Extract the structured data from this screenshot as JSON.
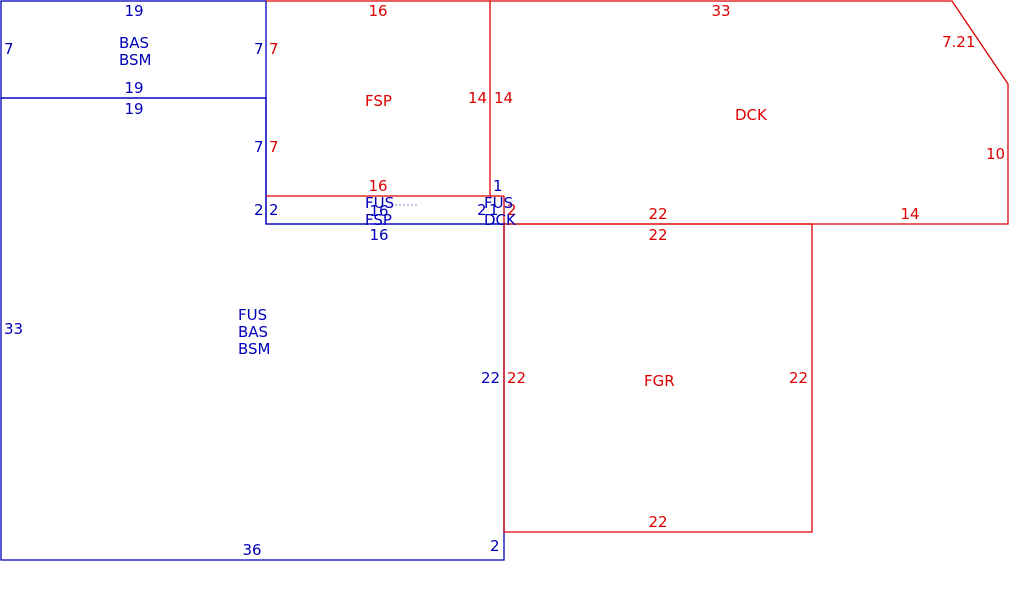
{
  "colors": {
    "blue": "#0000bb",
    "red": "#dd0000",
    "leader": "#8888cc"
  },
  "areas": {
    "bas_bsm_top": {
      "line1": "BAS",
      "line2": "BSM"
    },
    "fsp": {
      "label": "FSP"
    },
    "dck": {
      "label": "DCK"
    },
    "fus_fsp": {
      "line1": "FUS",
      "line2": "FSP"
    },
    "fus_dck": {
      "line1": "FUS",
      "line2": "DCK"
    },
    "fus_bas_bsm": {
      "line1": "FUS",
      "line2": "BAS",
      "line3": "BSM"
    },
    "fgr": {
      "label": "FGR"
    }
  },
  "dimensions": {
    "bas_top": "19",
    "bas_left": "7",
    "bas_right": "7",
    "bas_bottom": "19",
    "fus_main_top": "19",
    "fus_main_upper_right": "7",
    "fus_main_step_right": "2",
    "fus_main_left": "33",
    "fus_main_right": "22",
    "fus_main_bottom": "36",
    "fus_main_corner": "2",
    "fsp_top": "16",
    "fsp_left_upper": "7",
    "fsp_left_lower": "7",
    "fsp_right": "14",
    "fsp_bottom": "16",
    "fus_fsp_left": "2",
    "fus_fsp_inner": "16",
    "fus_fsp_bottom": "16",
    "fus_fsp_right": "2",
    "fus_dck_top": "1",
    "fus_dck_left": "1",
    "fus_dck_red": "2",
    "dck_top": "33",
    "dck_diag": "7.21",
    "dck_left": "14",
    "dck_right": "10",
    "dck_bottom_left": "22",
    "dck_bottom_right": "14",
    "fgr_top": "22",
    "fgr_left": "22",
    "fgr_right": "22",
    "fgr_bottom": "22"
  }
}
